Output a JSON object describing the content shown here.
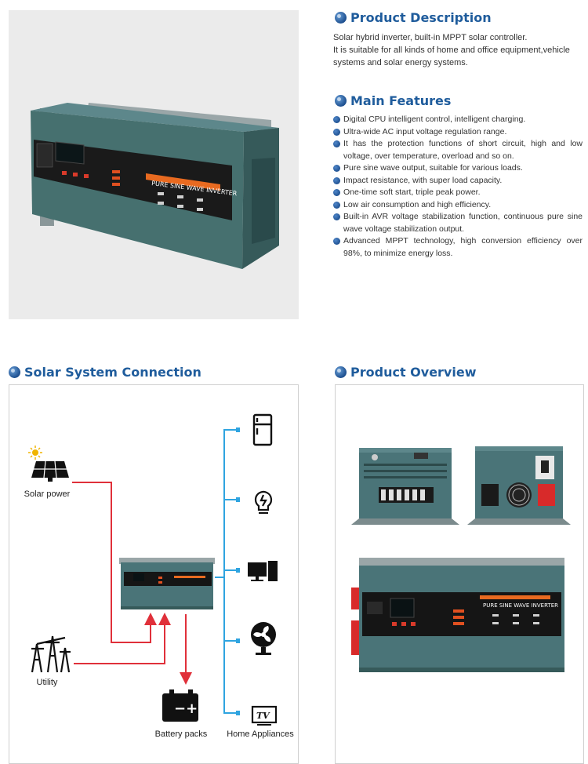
{
  "product_description": {
    "heading": "Product Description",
    "lines": [
      "Solar hybrid inverter, built-in MPPT solar controller.",
      "It is suitable for all kinds of home and office equipment,vehicle",
      "systems and solar energy systems."
    ]
  },
  "main_features": {
    "heading": "Main Features",
    "items": [
      "Digital CPU intelligent control, intelligent charging.",
      "Ultra-wide AC input voltage regulation range.",
      "It has the protection functions of short circuit, high and low voltage, over temperature, overload and so on.",
      "Pure sine wave output, suitable for various loads.",
      "Impact resistance, with super load capacity.",
      "One-time soft start, triple peak power.",
      "Low air consumption and high efficiency.",
      "Built-in AVR voltage stabilization function, continuous pure sine wave voltage stabilization output.",
      "Advanced MPPT technology, high conversion efficiency over 98%, to minimize energy loss."
    ]
  },
  "solar_connection": {
    "heading": "Solar System Connection",
    "solar_label": "Solar power",
    "utility_label": "Utility",
    "battery_label": "Battery packs",
    "appliances_label": "Home Appliances",
    "tv_text": "TV"
  },
  "product_overview": {
    "heading": "Product Overview"
  },
  "inverter": {
    "brand_text": "PURE SINE WAVE INVERTER"
  },
  "colors": {
    "heading": "#1f5c9c",
    "inverter_body": "#4a7478",
    "red_line": "#e0303a",
    "blue_line": "#2fa4e0"
  }
}
